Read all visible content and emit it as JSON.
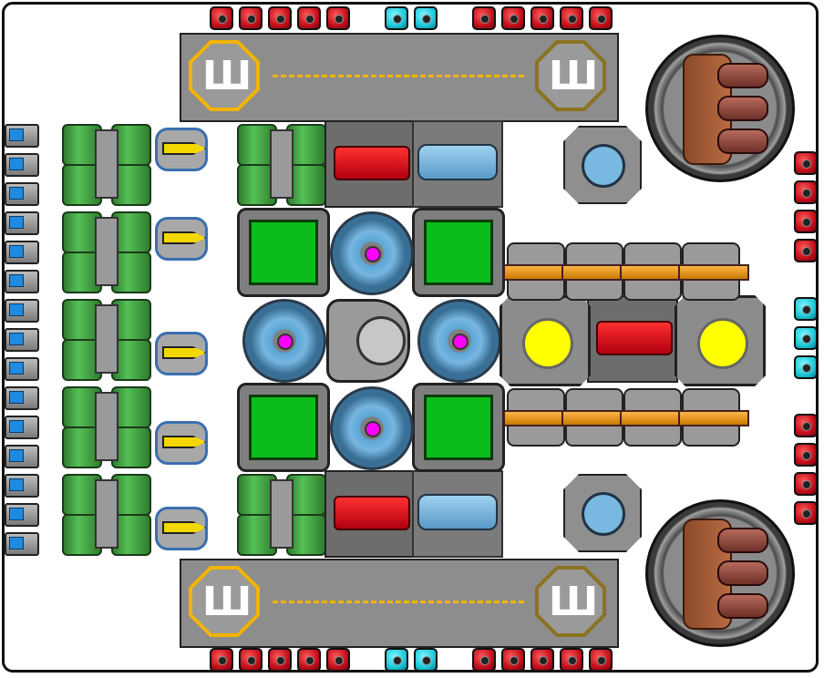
{
  "scene": {
    "title": "",
    "colors": {
      "background": "#ffffff",
      "light_red": "#c20f1b",
      "light_cyan": "#1ec8d8",
      "hangar_yellow": "#f3b400",
      "reactor_magenta": "#ff00ff",
      "core_green": "#0bbd1b",
      "core_yellow": "#ffff00"
    },
    "hangars": [
      {
        "pad_left_label": "Ш",
        "pad_right_label": "Ш"
      },
      {
        "pad_left_label": "Ш",
        "pad_right_label": "Ш"
      }
    ]
  }
}
